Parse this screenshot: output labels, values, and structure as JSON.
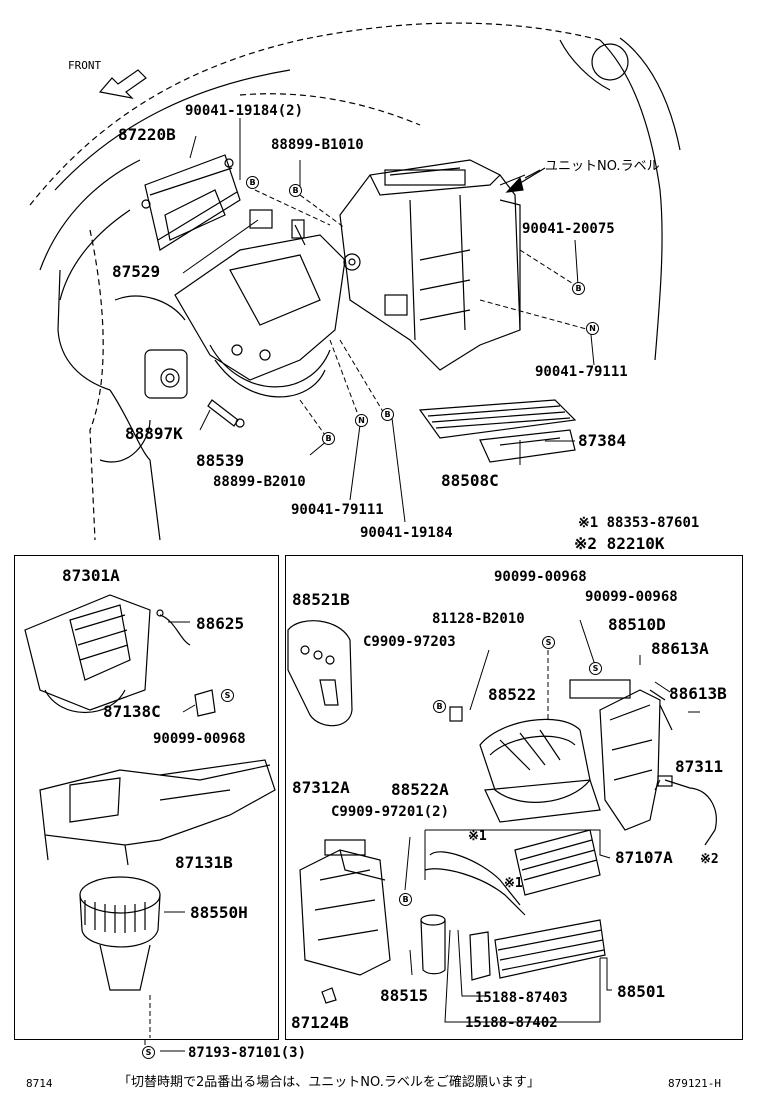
{
  "header": {
    "front_label": "FRONT",
    "unit_label_note": "ユニットNO.ラベル"
  },
  "notes": {
    "note1": "※1 88353-87601",
    "note2": "※2 82210K"
  },
  "top_parts": {
    "p1": "90041-19184(2)",
    "p2": "87220B",
    "p3": "88899-B1010",
    "p4": "90041-20075",
    "p5": "87529",
    "p6": "90041-79111",
    "p7": "88897K",
    "p8": "87384",
    "p9": "88539",
    "p10": "88899-B2010",
    "p11": "88508C",
    "p12": "90041-79111",
    "p13": "90041-19184"
  },
  "left_panel": {
    "p1": "87301A",
    "p2": "88625",
    "p3": "87138C",
    "p4": "90099-00968",
    "p5": "87131B",
    "p6": "88550H"
  },
  "right_panel": {
    "p1": "90099-00968",
    "p2": "88521B",
    "p3": "81128-B2010",
    "p4": "90099-00968",
    "p5": "C9909-97203",
    "p6": "88510D",
    "p7": "88613A",
    "p8": "88522",
    "p9": "88613B",
    "p10": "88522A",
    "p11": "87311",
    "p12": "87312A",
    "p13": "C9909-97201(2)",
    "p14": "※1",
    "p15": "87107A",
    "p16": "※2",
    "p17": "※1",
    "p18": "88515",
    "p19": "88501",
    "p20": "15188-87403",
    "p21": "87124B",
    "p22": "15188-87402"
  },
  "bottom": {
    "left_part": "87193-87101(3)",
    "page_code": "8714",
    "footer_note": "「切替時期で2品番出る場合は、ユニットNO.ラベルをご確認願います」",
    "drawing_id": "879121-H"
  },
  "markers": {
    "s": "S",
    "b": "B",
    "n": "N"
  }
}
